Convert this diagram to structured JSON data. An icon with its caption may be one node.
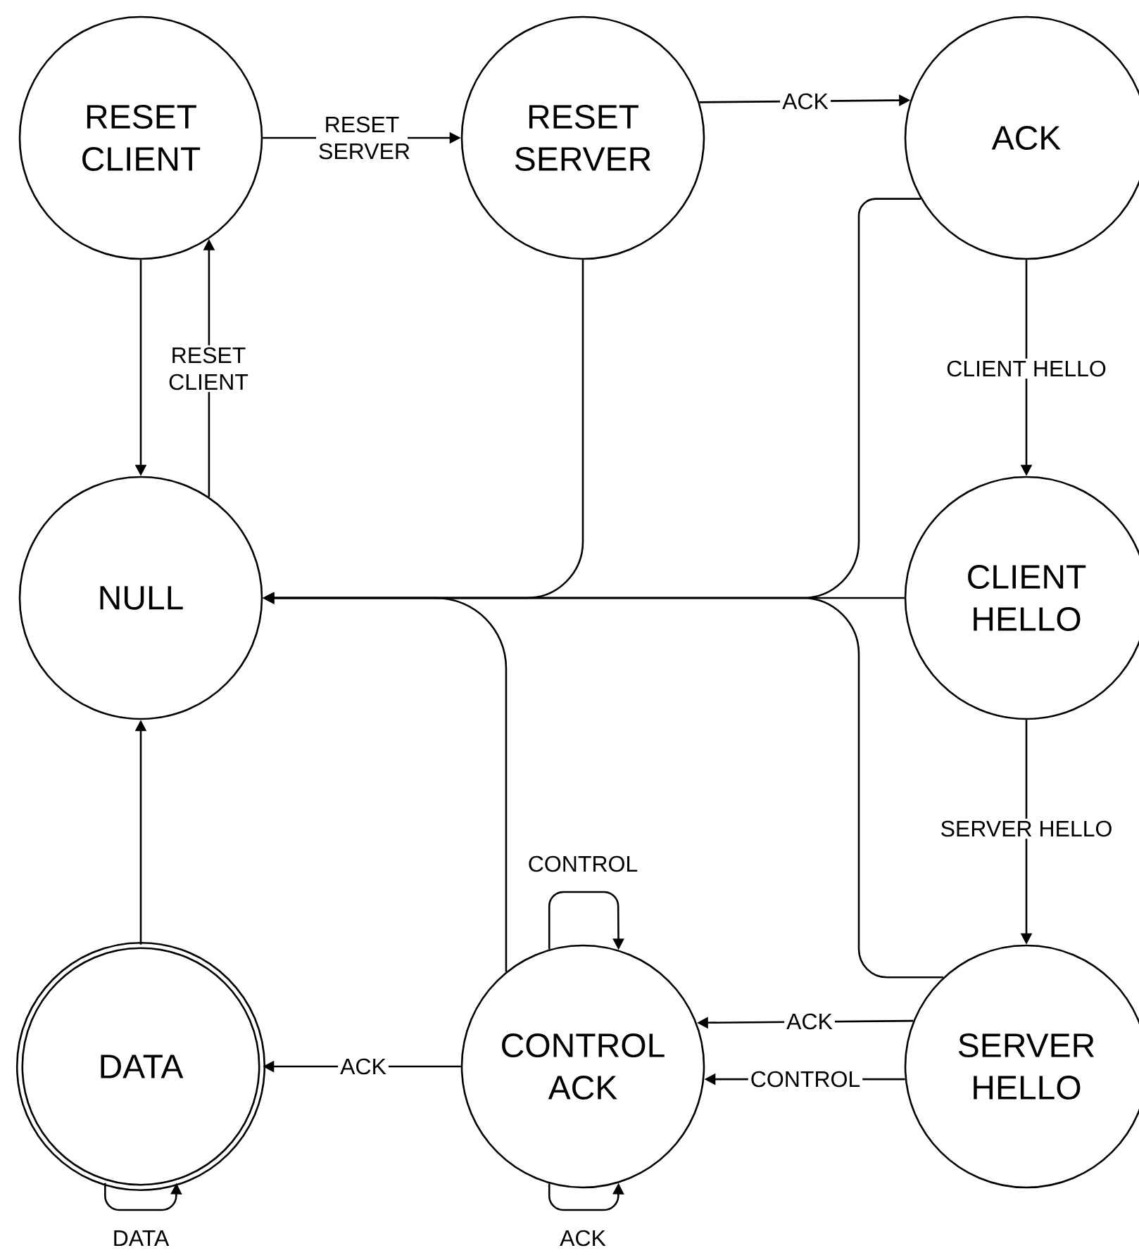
{
  "diagram": {
    "nodes": [
      {
        "text": [
          "RESET CLIENT"
        ]
      },
      {
        "text": [
          "RESET SERVER"
        ]
      },
      {
        "text": [
          "ACK"
        ]
      },
      {
        "text": [
          "NULL"
        ]
      },
      {
        "text": [
          "CLIENT HELLO"
        ]
      },
      {
        "text": [
          "DATA"
        ]
      },
      {
        "text": [
          "CONTROL ACK"
        ]
      },
      {
        "text": [
          "SERVER HELLO"
        ]
      }
    ],
    "edges": [
      {
        "from": 0,
        "to": 1,
        "arrow": "to",
        "label": "RESET SERVER"
      },
      {
        "from": 1,
        "to": 2,
        "arrow": "to",
        "label": "ACK"
      },
      {
        "from": 2,
        "to": 4,
        "arrow": "to",
        "label": "CLIENT HELLO"
      },
      {
        "from": 4,
        "to": 7,
        "arrow": "to",
        "label": "SERVER HELLO"
      },
      {
        "from": 0,
        "to": 3,
        "arrow": "to"
      },
      {
        "from": 3,
        "to": 0,
        "arrow": "to",
        "label": "RESET CLIENT"
      },
      {
        "from": 1,
        "to": 3,
        "arrow": "to"
      },
      {
        "from": 2,
        "to": 3,
        "arrow": "to"
      },
      {
        "from": 4,
        "to": 3,
        "arrow": "to"
      },
      {
        "from": 7,
        "to": 3,
        "arrow": "to"
      },
      {
        "from": 6,
        "to": 3,
        "arrow": "to"
      },
      {
        "from": 7,
        "to": 6,
        "arrow": "to",
        "label": "ACK"
      },
      {
        "from": 7,
        "to": 6,
        "arrow": "to",
        "label": "CONTROL"
      },
      {
        "from": 6,
        "to": 5,
        "arrow": "to",
        "label": "ACK"
      },
      {
        "from": 5,
        "to": 3,
        "arrow": "to"
      },
      {
        "from": 6,
        "to": 6,
        "arrow": "to",
        "label": "CONTROL"
      },
      {
        "from": 6,
        "to": 6,
        "arrow": "to",
        "label": "ACK"
      },
      {
        "from": 5,
        "to": 5,
        "arrow": "to",
        "label": "DATA"
      }
    ]
  }
}
